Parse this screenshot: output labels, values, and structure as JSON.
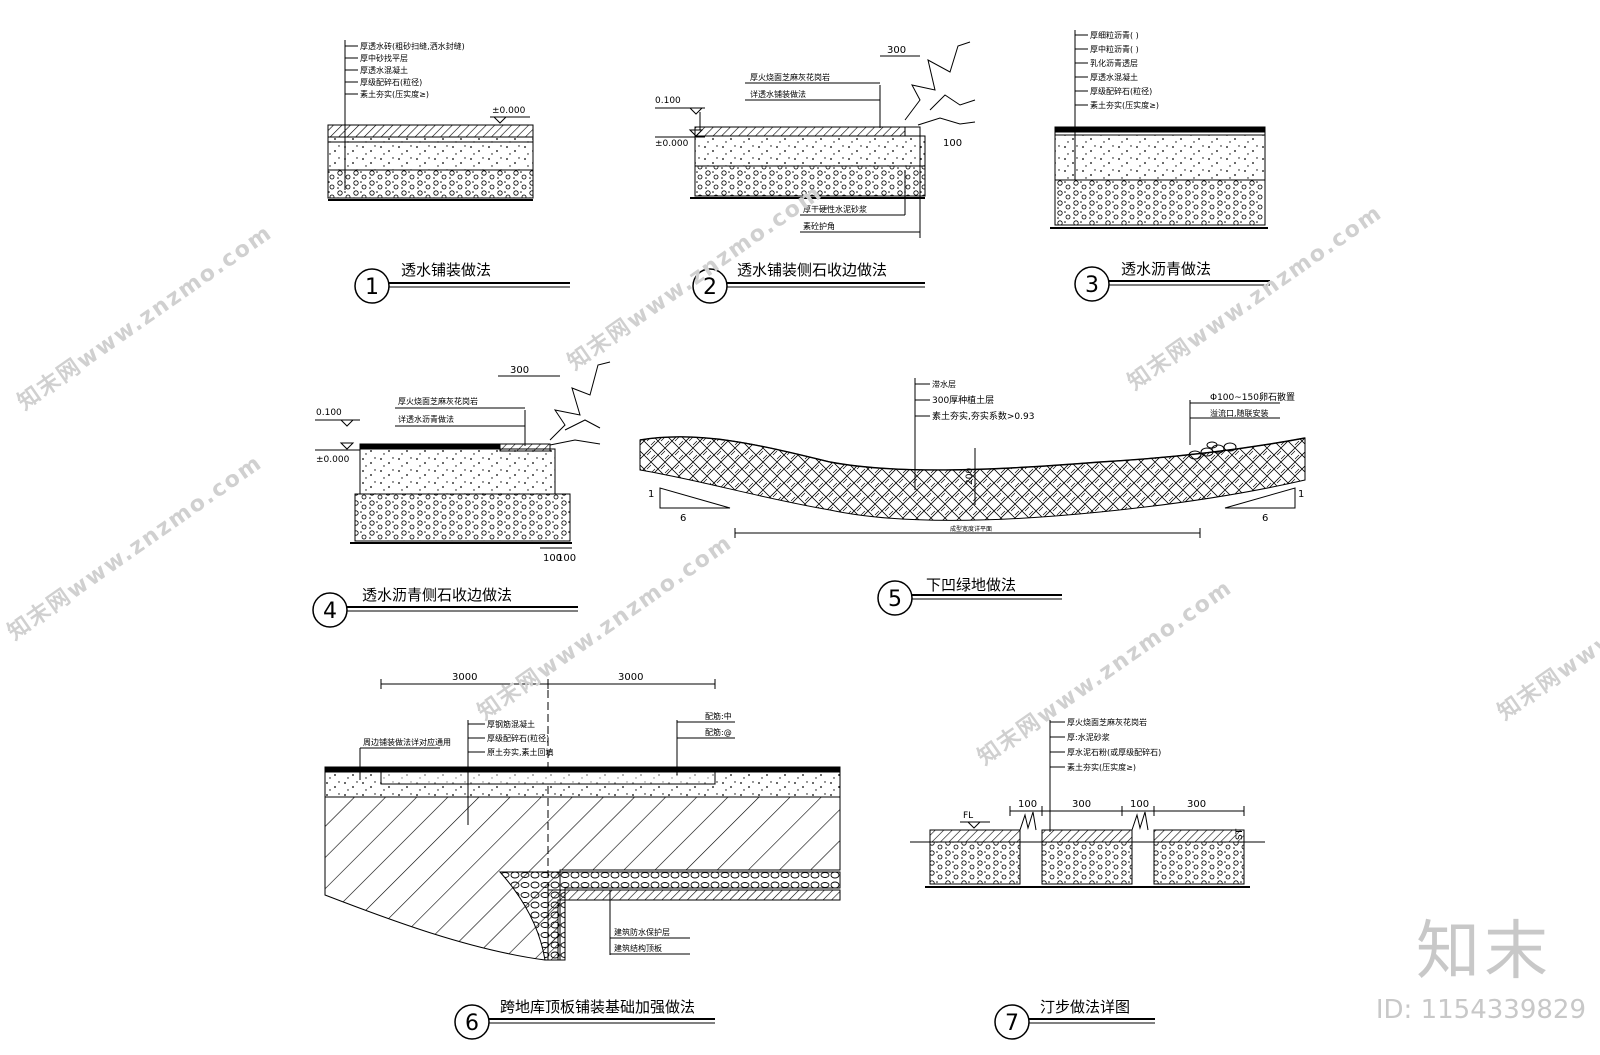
{
  "watermark": {
    "site": "知末网www.znzmo.com",
    "brand": "知末",
    "id": "ID: 1154339829"
  },
  "details": [
    {
      "no": "1",
      "title": "透水铺装做法",
      "layers": [
        "厚透水砖(粗砂扫缝,洒水封缝)",
        "厚中砂找平层",
        "厚透水混凝土",
        "厚级配碎石(粒径)",
        "素土夯实(压实度≥)"
      ],
      "elev": "±0.000"
    },
    {
      "no": "2",
      "title": "透水铺装侧石收边做法",
      "top_labels": [
        "厚火烧面芝麻灰花岗岩",
        "详透水铺装做法"
      ],
      "bottom_labels": [
        "厚干硬性水泥砂浆",
        "素砼护角"
      ],
      "dims": [
        "300",
        "100"
      ],
      "elevs": [
        "0.100",
        "±0.000"
      ]
    },
    {
      "no": "3",
      "title": "透水沥青做法",
      "layers": [
        "厚细粒沥青( )",
        "厚中粒沥青( )",
        "乳化沥青透层",
        "厚透水混凝土",
        "厚级配碎石(粒径)",
        "素土夯实(压实度≥)"
      ]
    },
    {
      "no": "4",
      "title": "透水沥青侧石收边做法",
      "top_labels": [
        "厚火烧面芝麻灰花岗岩",
        "详透水沥青做法"
      ],
      "dims": [
        "300",
        "100",
        "100"
      ],
      "elevs": [
        "0.100",
        "±0.000"
      ]
    },
    {
      "no": "5",
      "title": "下凹绿地做法",
      "layers": [
        "滞水层",
        "300厚种植土层",
        "素土夯实,夯实系数>0.93"
      ],
      "right_labels": [
        "Φ100~150卵石散置",
        "溢流口,随联安装"
      ],
      "depth": "200",
      "slope_rise": "1",
      "slope_run": "6",
      "span_label": "成型宽度详平面"
    },
    {
      "no": "6",
      "title": "跨地库顶板铺装基础加强做法",
      "layers": [
        "厚钢筋混凝土",
        "厚级配碎石(粒径)",
        "原土夯实,素土回填"
      ],
      "rebar": [
        "配筋:中",
        "配筋:@"
      ],
      "edge_label": "周边铺装做法详对应通用",
      "bottom_labels": [
        "建筑防水保护层",
        "建筑结构顶板"
      ],
      "dims": [
        "3000",
        "3000"
      ]
    },
    {
      "no": "7",
      "title": "汀步做法详图",
      "layers": [
        "厚火烧面芝麻灰花岗岩",
        "厚:水泥砂浆",
        "厚水泥石粉(或厚级配碎石)",
        "素土夯实(压实度≥)"
      ],
      "dims": [
        "100",
        "300",
        "100",
        "300"
      ],
      "fl": "FL",
      "tag": "ST"
    }
  ]
}
